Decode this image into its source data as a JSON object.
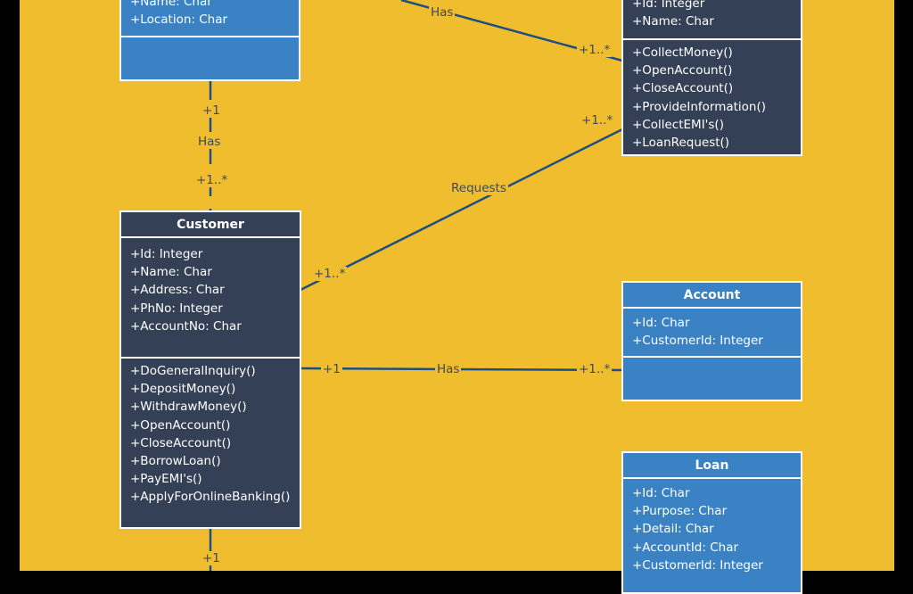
{
  "colors": {
    "background": "#F0BD2F",
    "dark_class": "#344055",
    "blue_class": "#3A82C4",
    "connector": "#1C4F82",
    "label_text": "#3D4A5C"
  },
  "classes": {
    "bank": {
      "attributes": [
        "+Name: Char",
        "+Location: Char"
      ],
      "methods": []
    },
    "atm": {
      "attributes": [
        "+Id: Integer",
        "+Name: Char"
      ],
      "methods": [
        "+CollectMoney()",
        "+OpenAccount()",
        "+CloseAccount()",
        "+ProvideInformation()",
        "+CollectEMI's()",
        "+LoanRequest()"
      ]
    },
    "customer": {
      "name": "Customer",
      "attributes": [
        "+Id: Integer",
        "+Name: Char",
        "+Address: Char",
        "+PhNo: Integer",
        "+AccountNo: Char"
      ],
      "methods": [
        "+DoGeneralInquiry()",
        "+DepositMoney()",
        "+WithdrawMoney()",
        "+OpenAccount()",
        "+CloseAccount()",
        "+BorrowLoan()",
        "+PayEMI's()",
        "+ApplyForOnlineBanking()"
      ]
    },
    "account": {
      "name": "Account",
      "attributes": [
        "+Id: Char",
        "+CustomerId: Integer"
      ],
      "methods": []
    },
    "loan": {
      "name": "Loan",
      "attributes": [
        "+Id: Char",
        "+Purpose: Char",
        "+Detail: Char",
        "+AccountId: Char",
        "+CustomerId: Integer"
      ]
    }
  },
  "relations": {
    "bank_atm": {
      "label": "Has",
      "target_mult": "+1..*"
    },
    "bank_customer": {
      "label": "Has",
      "source_mult": "+1",
      "target_mult": "+1..*"
    },
    "customer_atm": {
      "label": "Requests",
      "source_mult": "+1..*",
      "target_mult": "+1..*"
    },
    "customer_account": {
      "label": "Has",
      "source_mult": "+1",
      "target_mult": "+1..*"
    },
    "customer_bottom": {
      "source_mult": "+1"
    }
  }
}
